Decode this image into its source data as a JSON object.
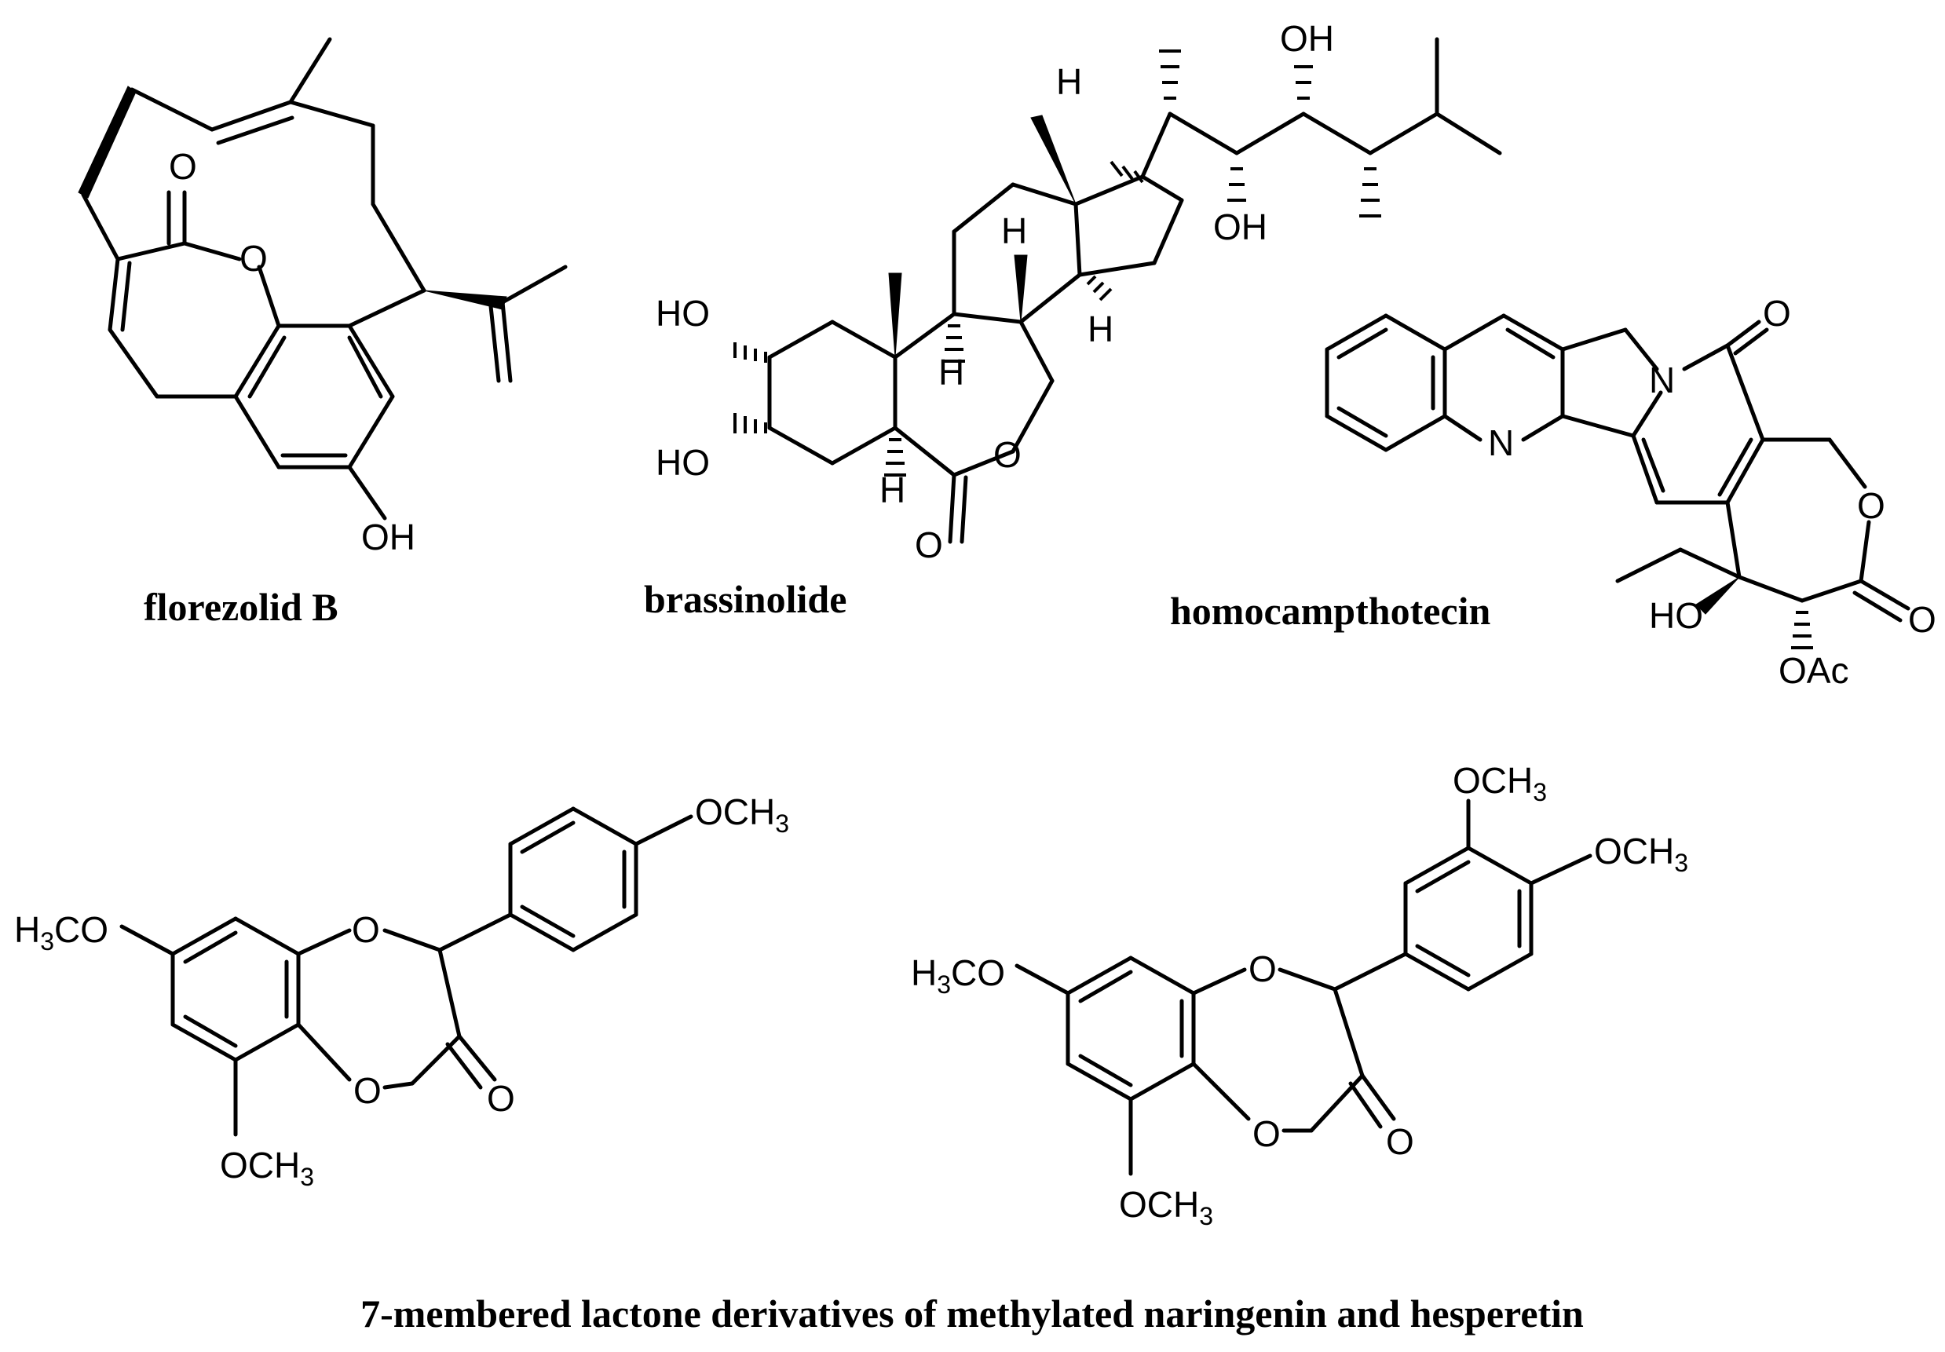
{
  "captions": {
    "florezolid": "florezolid B",
    "brassinolide": "brassinolide",
    "homocampthotecin": "homocampthotecin",
    "lactone_derivatives": "7-membered lactone derivatives of methylated naringenin and hesperetin"
  },
  "labels": {
    "O": "O",
    "OH": "OH",
    "HO": "HO",
    "H": "H",
    "N": "N",
    "OAc": "OAc",
    "OCH": "OCH",
    "H3CO_H": "H",
    "H3CO_CO": "CO",
    "sub3": "3"
  }
}
